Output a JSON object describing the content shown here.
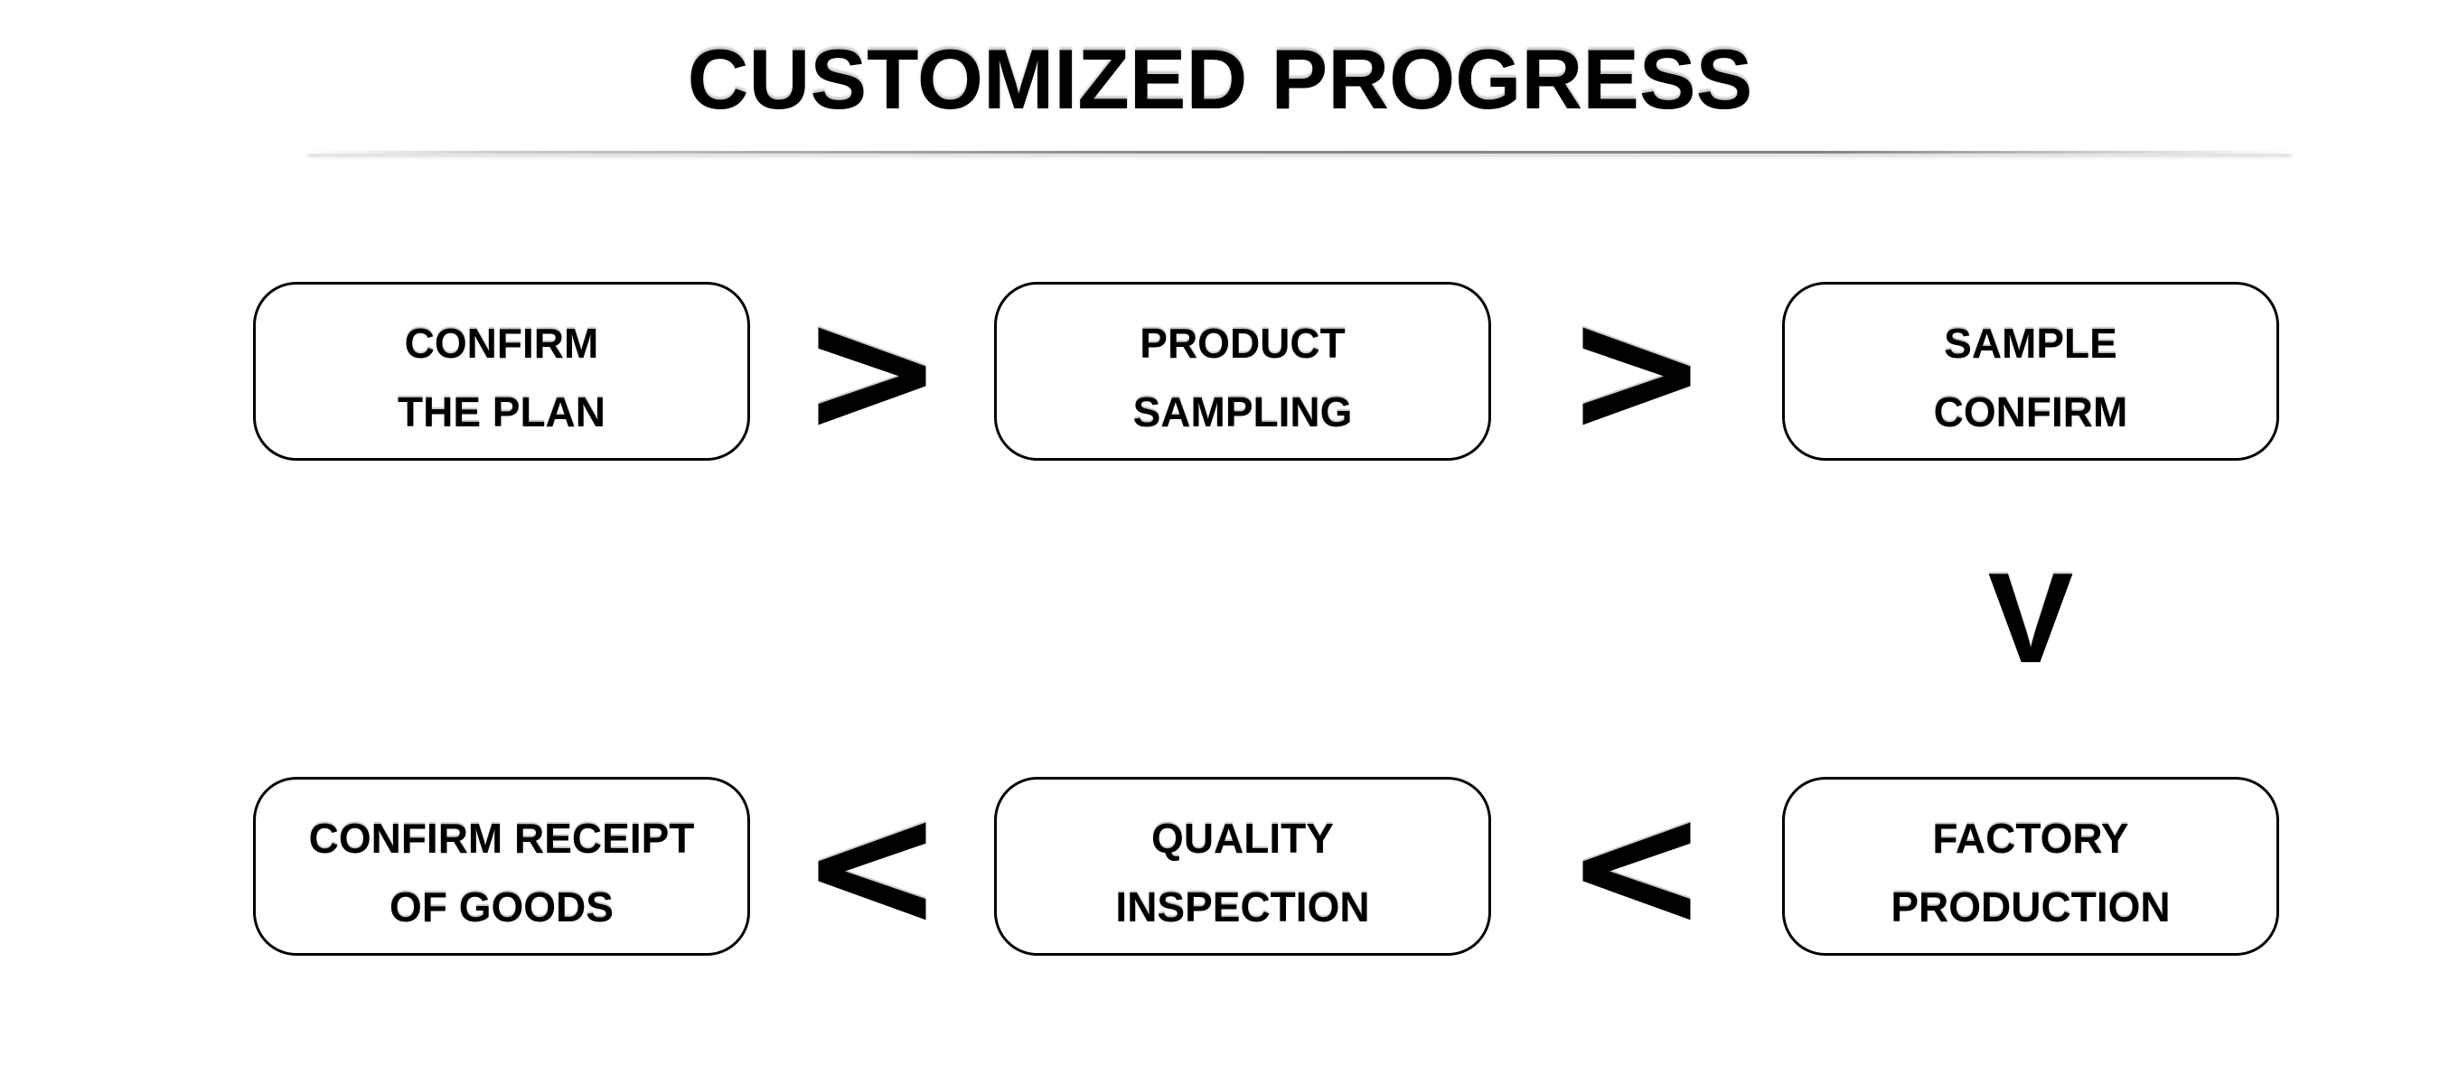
{
  "page": {
    "title": "CUSTOMIZED PROGRESS"
  },
  "flow": {
    "row1": [
      {
        "line1": "CONFIRM",
        "line2": "THE PLAN"
      },
      {
        "line1": "PRODUCT",
        "line2": "SAMPLING"
      },
      {
        "line1": "SAMPLE",
        "line2": "CONFIRM"
      }
    ],
    "row2": [
      {
        "line1": "CONFIRM RECEIPT",
        "line2": "OF GOODS"
      },
      {
        "line1": "QUALITY",
        "line2": "INSPECTION"
      },
      {
        "line1": "FACTORY",
        "line2": "PRODUCTION"
      }
    ],
    "connectors": [
      {
        "name": "chevron-right",
        "glyph": ">"
      },
      {
        "name": "chevron-right",
        "glyph": ">"
      },
      {
        "name": "chevron-down",
        "glyph": "V"
      },
      {
        "name": "chevron-left",
        "glyph": "<"
      },
      {
        "name": "chevron-left",
        "glyph": "<"
      }
    ]
  },
  "colors": {
    "background": "#ffffff",
    "text": "#000000",
    "box_border": "#000000",
    "box_fill": "#ffffff",
    "divider_gray": "#767676"
  }
}
